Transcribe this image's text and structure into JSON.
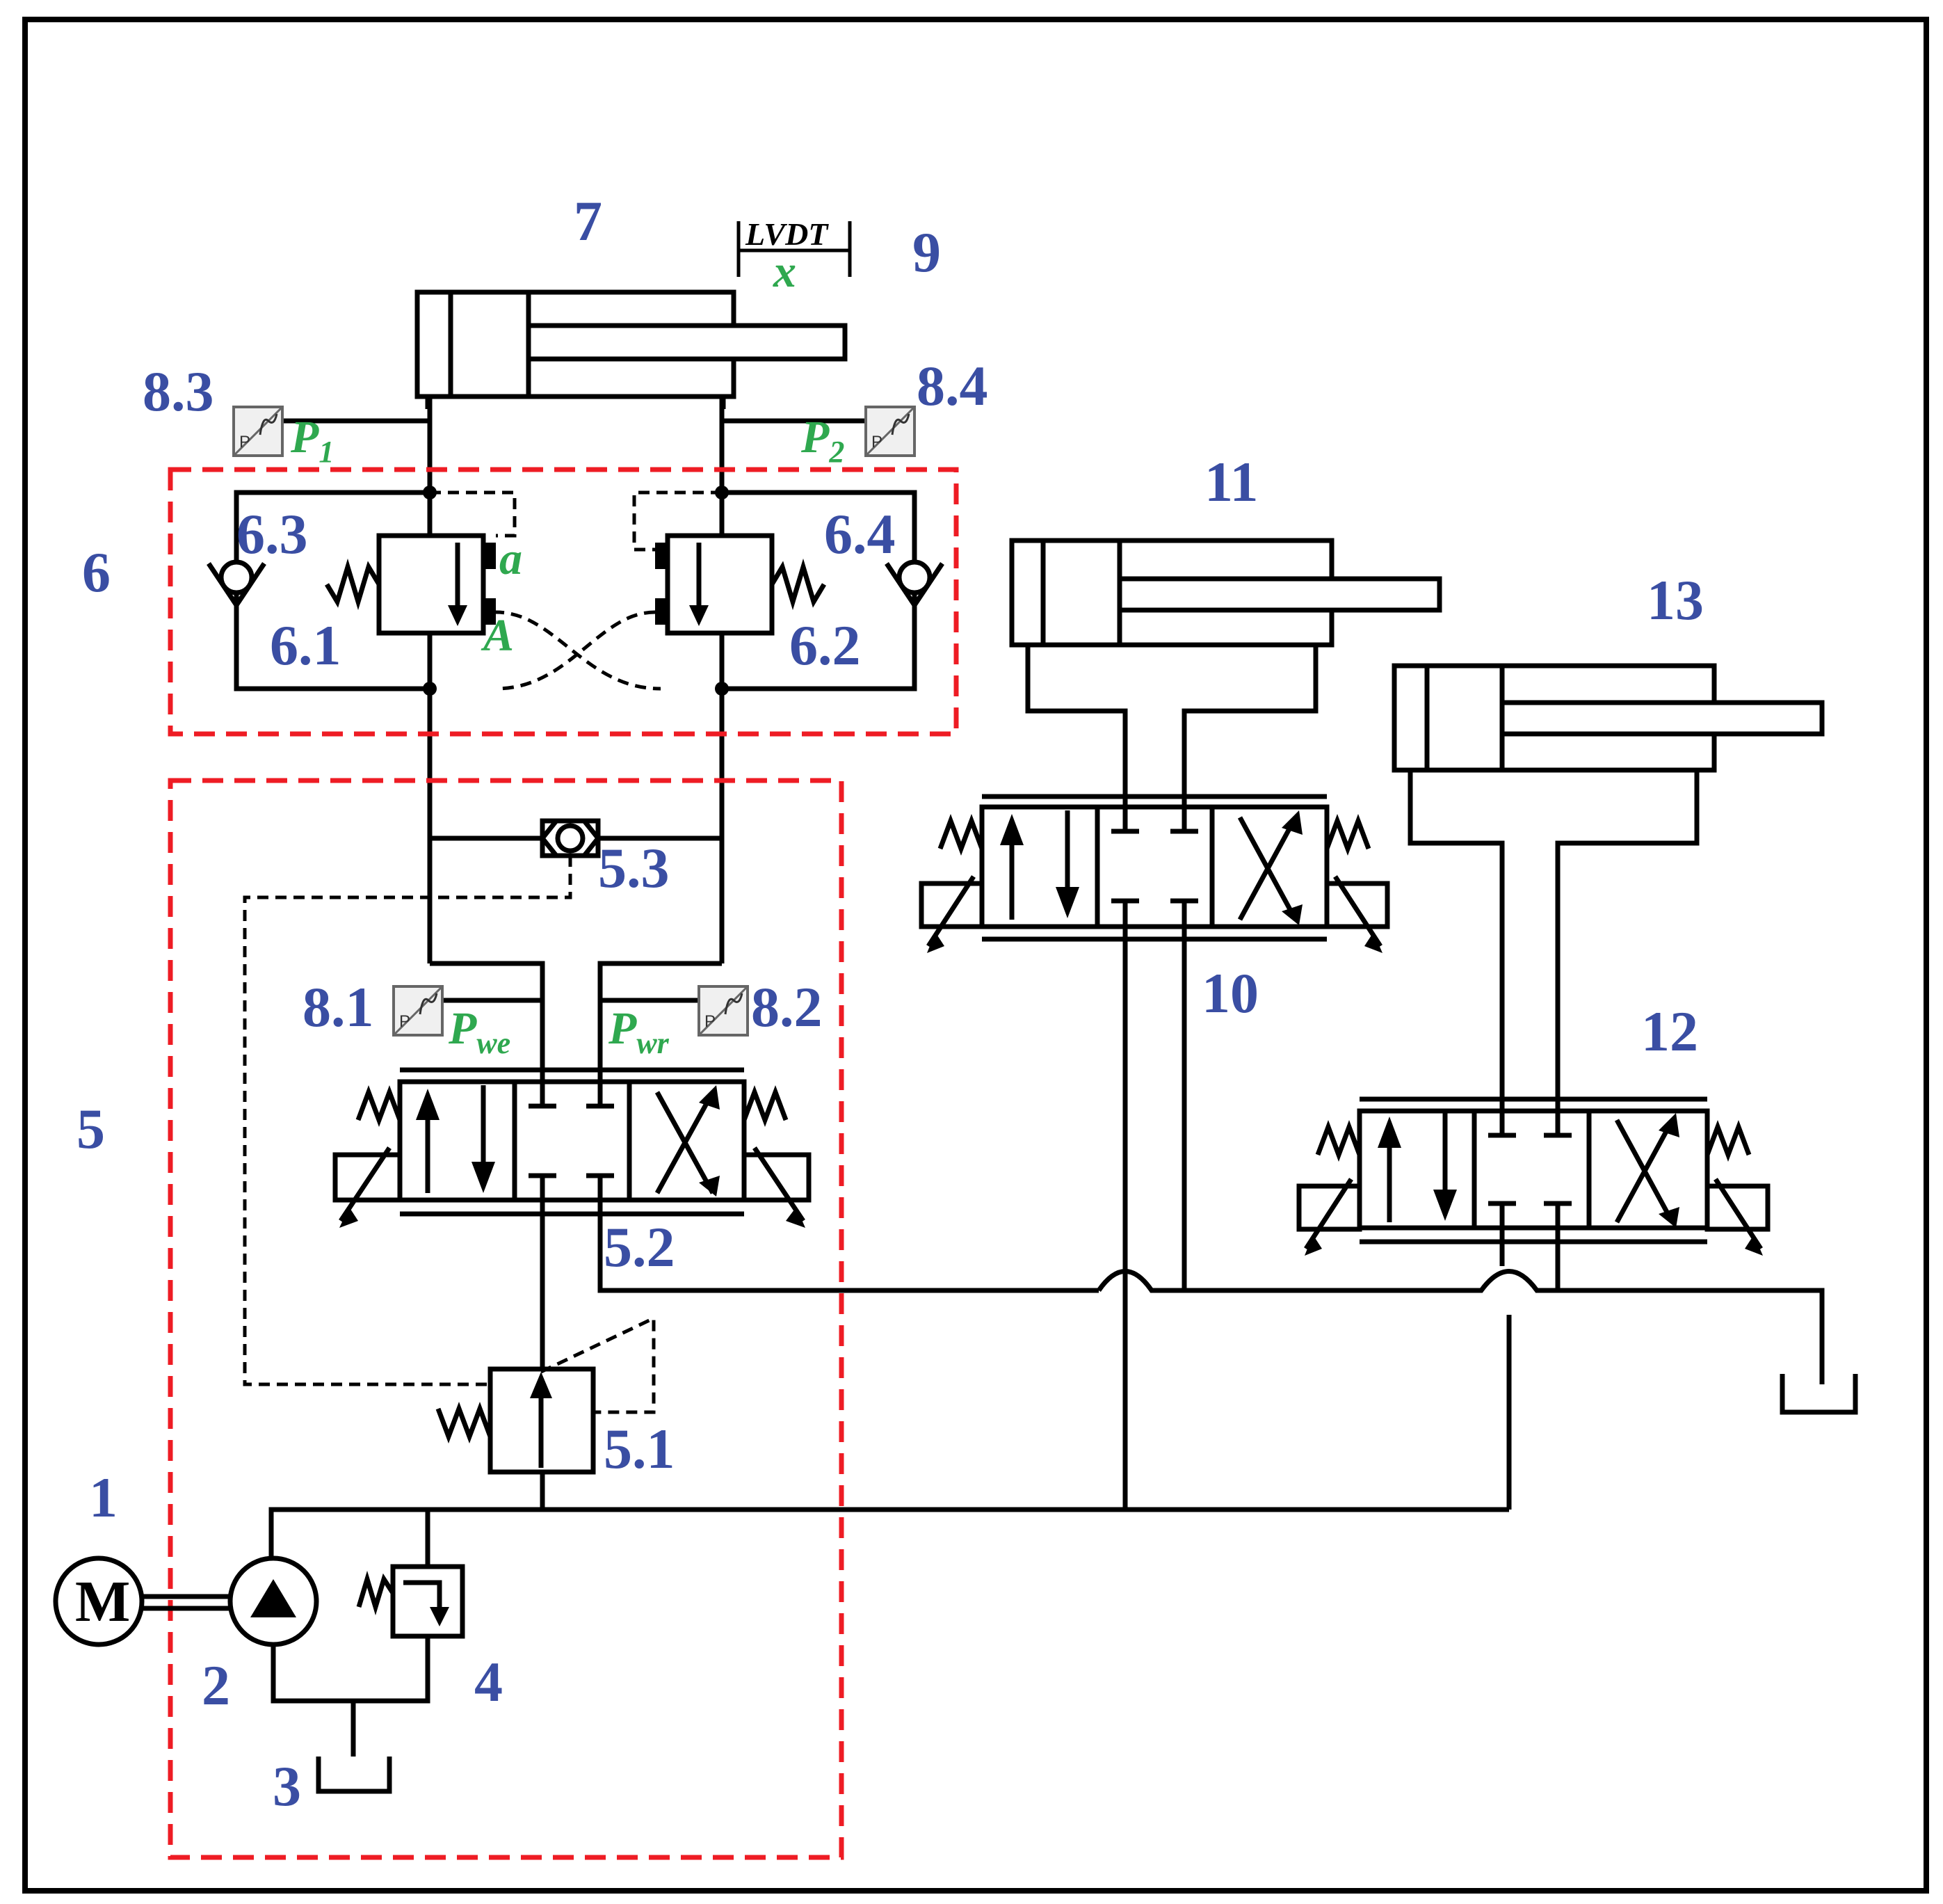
{
  "labels": {
    "motor": "1",
    "pump": "2",
    "tank": "3",
    "relief_valve": "4",
    "group_5": "5",
    "pressure_comp_valve": "5.1",
    "servo_valve": "5.2",
    "shuttle_valve": "5.3",
    "group_6": "6",
    "counterbalance_left": "6.1",
    "counterbalance_right": "6.2",
    "check_left": "6.3",
    "check_right": "6.4",
    "cylinder_main": "7",
    "sensor_pwe": "8.1",
    "sensor_pwr": "8.2",
    "sensor_p1": "8.3",
    "sensor_p2": "8.4",
    "lvdt": "9",
    "valve_10": "10",
    "cylinder_11": "11",
    "valve_12": "12",
    "cylinder_13": "13"
  },
  "signals": {
    "p1": "P",
    "p1_sub": "1",
    "p2": "P",
    "p2_sub": "2",
    "pwe": "P",
    "pwe_sub": "we",
    "pwr": "P",
    "pwr_sub": "wr",
    "port_a": "a",
    "port_A": "A",
    "lvdt_x": "x"
  },
  "lvdt_title": "LVDT",
  "motor_symbol": "M",
  "colors": {
    "label": "#3a4ea3",
    "signal": "#2fa84f",
    "group_boundary": "#ee1c24",
    "line": "#000000"
  }
}
